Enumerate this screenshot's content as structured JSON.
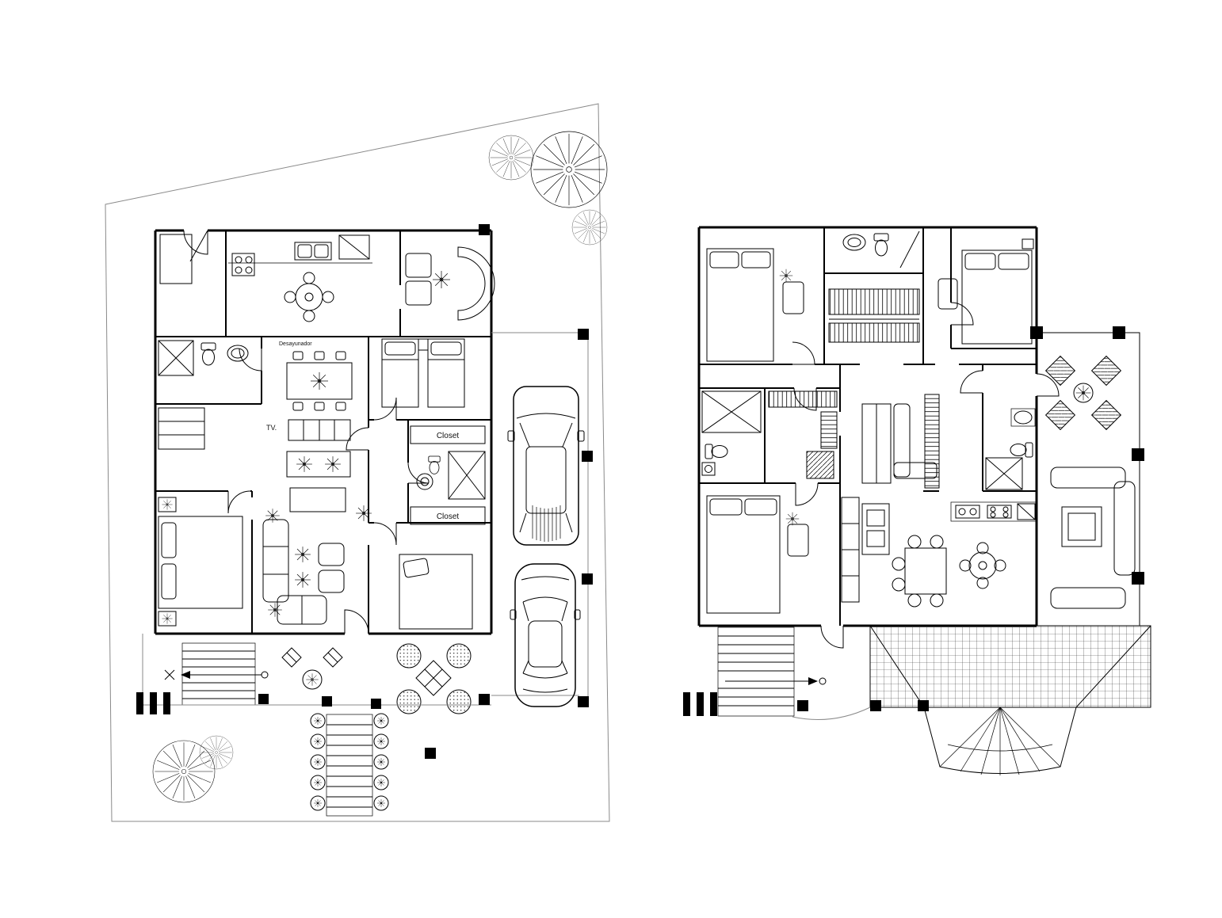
{
  "ground_floor": {
    "labels": {
      "desayunador": "Desayunador",
      "tv": "TV.",
      "closet_top": "Closet",
      "closet_bottom": "Closet"
    }
  },
  "upper_floor": {
    "labels": {}
  },
  "colors": {
    "ink": "#000000",
    "paper": "#ffffff",
    "boundary_line": "#8a8a8a"
  }
}
